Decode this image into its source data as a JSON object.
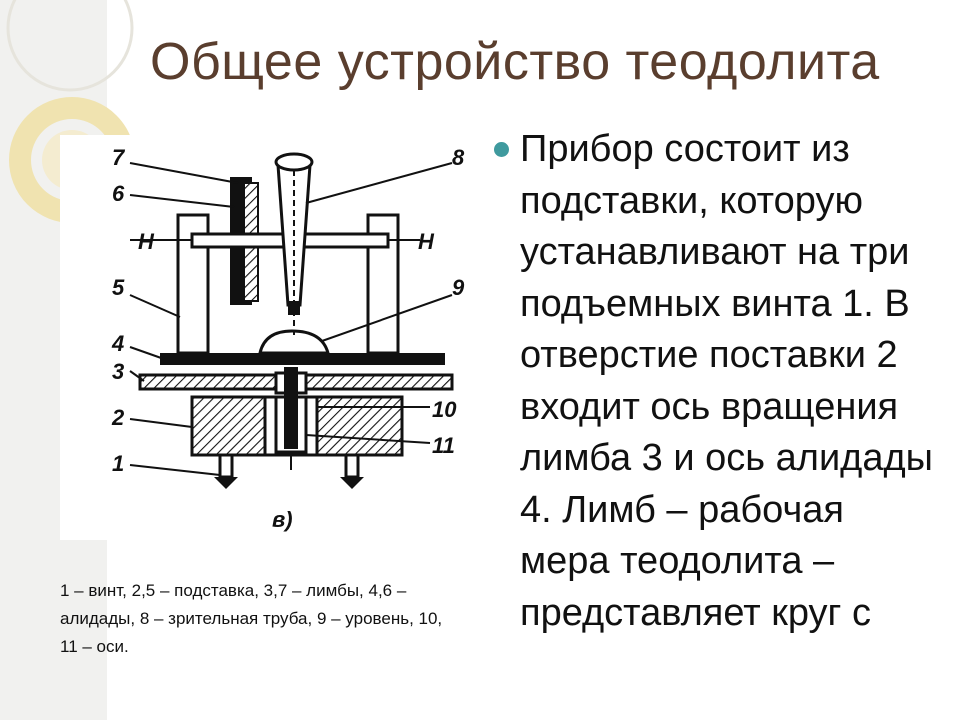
{
  "slide": {
    "title": "Общее устройство теодолита",
    "bullet_text": "Прибор состоит из подставки, которую устанавливают на три подъемных винта 1. В отверстие поставки 2 входит ось вращения лимба 3 и ось алидады 4. Лимб – рабочая мера теодолита – представляет круг с",
    "caption": "1 – винт, 2,5 – подставка, 3,7 – лимбы, 4,6 – алидады, 8 – зрительная труба, 9 – уровень, 10, 11 – оси.",
    "accent_color": "#3f9a9e",
    "title_color": "#5a3e2e"
  },
  "figure": {
    "labels": {
      "n1": "1",
      "n2": "2",
      "n3": "3",
      "n4": "4",
      "n5": "5",
      "n6": "6",
      "n7": "7",
      "n8": "8",
      "n9": "9",
      "n10": "10",
      "n11": "11",
      "h_left": "H",
      "h_right": "H",
      "sub": "в)"
    }
  }
}
